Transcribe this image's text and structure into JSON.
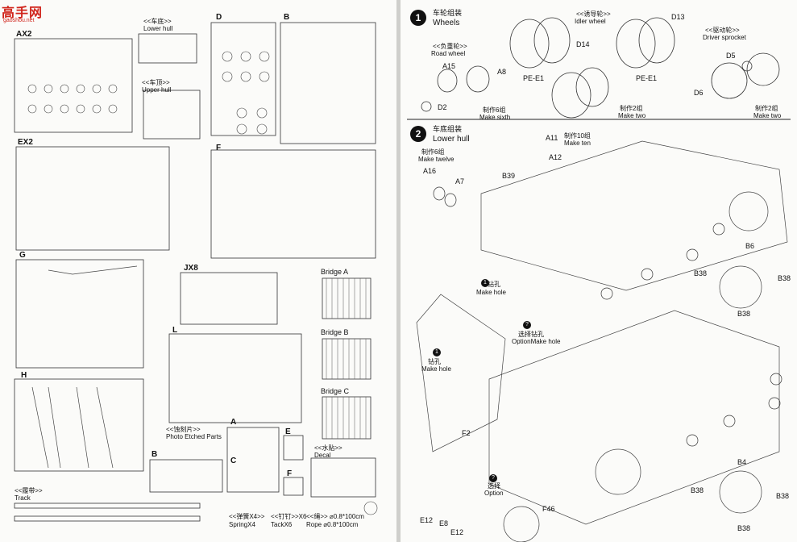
{
  "watermark": {
    "brand": "高手网",
    "site": "gaoshou.net"
  },
  "left_page": {
    "sprues": [
      "AX2",
      "D",
      "B",
      "EX2",
      "F",
      "G",
      "JX8",
      "H",
      "L",
      "A",
      "B",
      "C",
      "E",
      "F"
    ],
    "lower_hull": {
      "cn": "<<车底>>",
      "en": "Lower hull"
    },
    "upper_hull": {
      "cn": "<<车顶>>",
      "en": "Upper hull"
    },
    "bridges": [
      "Bridge A",
      "Bridge B",
      "Bridge C"
    ],
    "etched": {
      "cn": "<<蚀刻片>>",
      "en": "Photo Etched Parts"
    },
    "decal": {
      "cn": "<<水贴>>",
      "en": "Decal"
    },
    "track": {
      "cn": "<<履带>>",
      "en": "Track"
    },
    "spring": {
      "cn": "<<弹簧X4>>",
      "en": "SpringX4"
    },
    "tack": {
      "cn": "<<钉钉>>X6",
      "en": "TackX6"
    },
    "rope": {
      "cn": "<<绳>> ⌀0.8*100cm",
      "en": "Rope ⌀0.8*100cm"
    }
  },
  "right_page": {
    "step1": {
      "number": "1",
      "cn": "车轮组装",
      "en": "Wheels",
      "road_wheel": {
        "cn": "<<负重轮>>",
        "en": "Road wheel"
      },
      "idler_wheel": {
        "cn": "<<诱导轮>>",
        "en": "Idler wheel"
      },
      "driver_sprocket": {
        "cn": "<<驱动轮>>",
        "en": "Driver sprocket"
      },
      "parts": [
        "A15",
        "A8",
        "D2",
        "D14",
        "PE-E1",
        "D13",
        "PE-E1",
        "D5",
        "D6"
      ],
      "make_six": {
        "cn": "制作6组",
        "en": "Make sixth"
      },
      "make_two_1": {
        "cn": "制作2组",
        "en": "Make two"
      },
      "make_two_2": {
        "cn": "制作2组",
        "en": "Make two"
      }
    },
    "step2": {
      "number": "2",
      "cn": "车底组装",
      "en": "Lower hull",
      "parts": [
        "A11",
        "A12",
        "A16",
        "A7",
        "B39",
        "B6",
        "B38",
        "B38",
        "B38",
        "F2",
        "E12",
        "E8",
        "E12",
        "F46",
        "B4",
        "B38",
        "B38",
        "B38"
      ],
      "make_ten": {
        "cn": "制作10组",
        "en": "Make ten"
      },
      "make_twelve": {
        "cn": "制作6组",
        "en": "Make twelve"
      },
      "make_hole_1": {
        "cn": "钻孔",
        "en": "Make hole"
      },
      "make_hole_2": {
        "cn": "钻孔",
        "en": "Make hole"
      },
      "option_make_hole": {
        "cn": "选择钻孔",
        "en": "OptionMake hole"
      },
      "option": {
        "cn": "选择",
        "en": "Option"
      }
    }
  }
}
